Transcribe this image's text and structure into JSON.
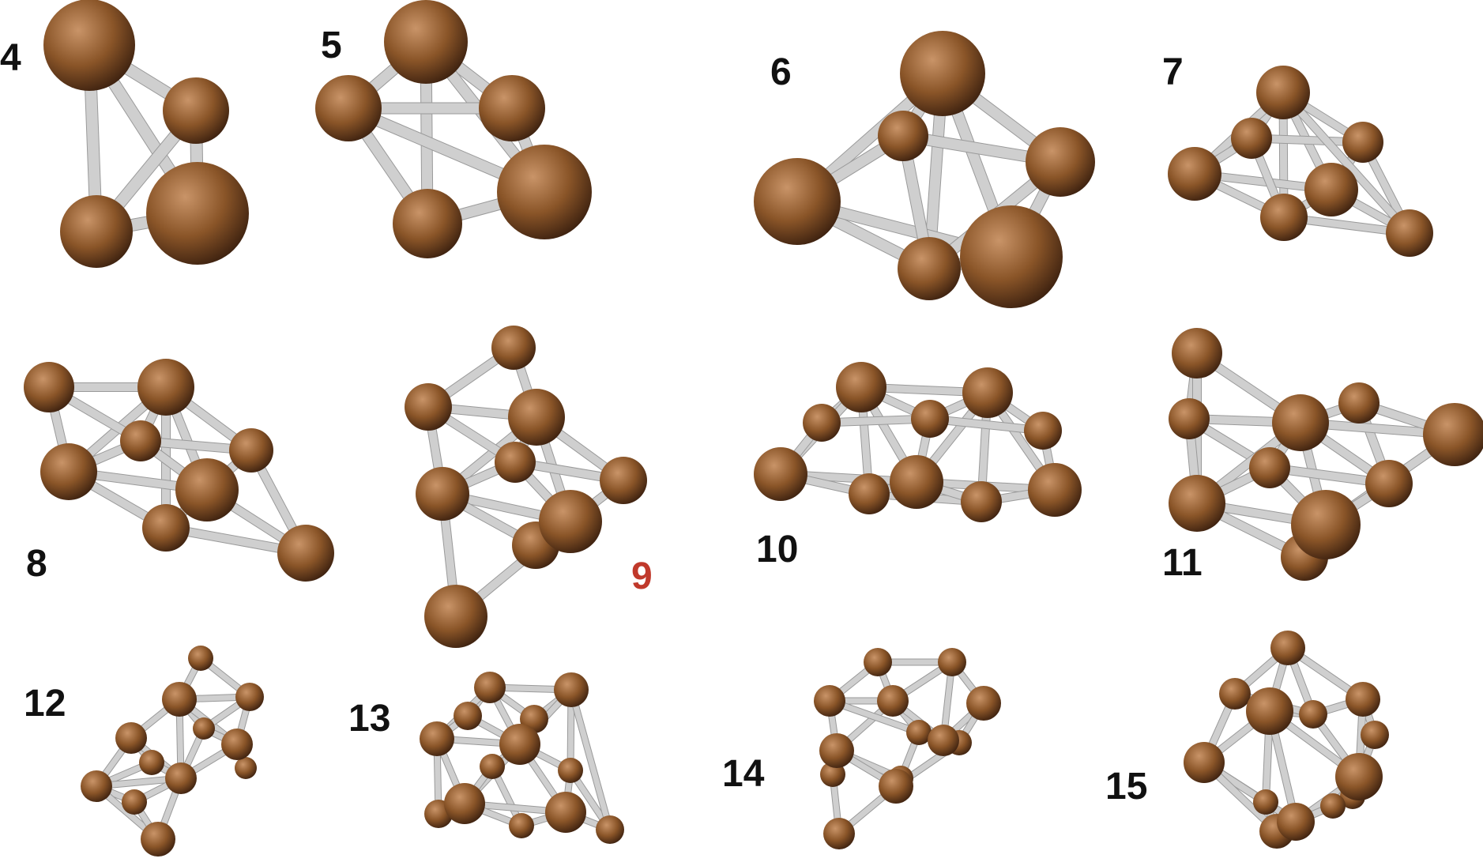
{
  "colors": {
    "atom": "#8a5528",
    "atom_highlight": "#c99468",
    "atom_shadow": "#3e2210",
    "bond": "#cfcfcf",
    "bond_dark": "#9a9a9a",
    "label": "#111111",
    "label_highlight": "#c0392b"
  },
  "clusters": [
    {
      "id": "c4",
      "label": "4",
      "highlight": false
    },
    {
      "id": "c5",
      "label": "5",
      "highlight": false
    },
    {
      "id": "c6",
      "label": "6",
      "highlight": false
    },
    {
      "id": "c7",
      "label": "7",
      "highlight": false
    },
    {
      "id": "c8",
      "label": "8",
      "highlight": false
    },
    {
      "id": "c9",
      "label": "9",
      "highlight": true
    },
    {
      "id": "c10",
      "label": "10",
      "highlight": false
    },
    {
      "id": "c11",
      "label": "11",
      "highlight": false
    },
    {
      "id": "c12",
      "label": "12",
      "highlight": false
    },
    {
      "id": "c13",
      "label": "13",
      "highlight": false
    },
    {
      "id": "c14",
      "label": "14",
      "highlight": false
    },
    {
      "id": "c15",
      "label": "15",
      "highlight": false
    }
  ]
}
